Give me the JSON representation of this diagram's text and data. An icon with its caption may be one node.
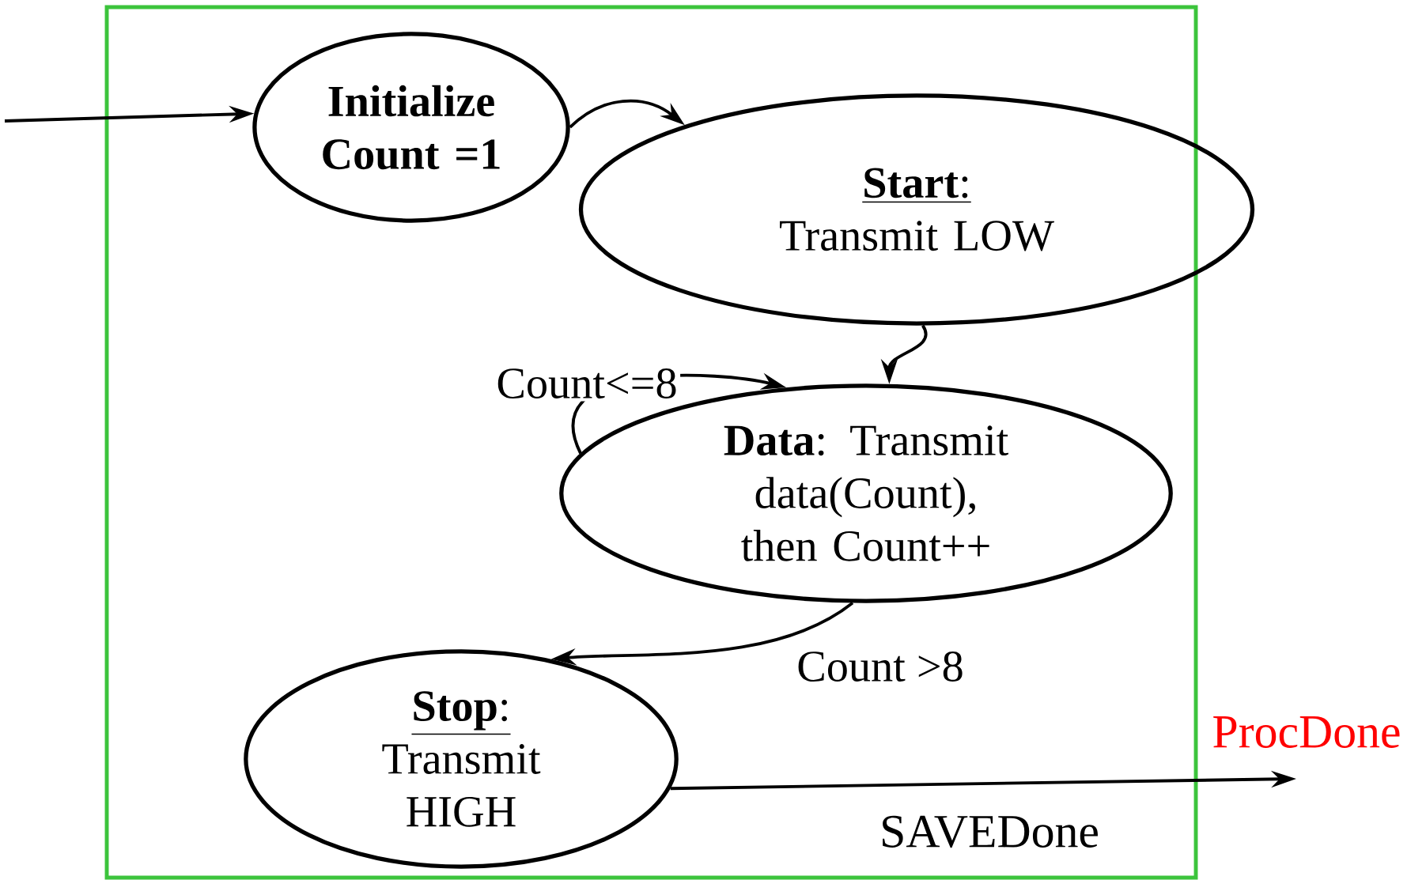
{
  "diagram": {
    "nodes": [
      {
        "text": [
          "Initialize Count =1"
        ]
      },
      {
        "text": [
          "**Start**:",
          "Transmit LOW"
        ]
      },
      {
        "text": [
          "**Data**: Transmit data(Count), then Count++"
        ]
      },
      {
        "text": [
          "**Stop**:",
          "Transmit HIGH"
        ]
      }
    ],
    "edges": [
      {
        "from": null,
        "to": 0,
        "arrow": "to"
      },
      {
        "from": 0,
        "to": 1,
        "arrow": "to"
      },
      {
        "from": 1,
        "to": 2,
        "arrow": "to"
      },
      {
        "from": 2,
        "to": 2,
        "arrow": "to",
        "label": "Count<=8"
      },
      {
        "from": 2,
        "to": 3,
        "arrow": "to",
        "label": "Count >8"
      },
      {
        "from": 3,
        "to": null,
        "arrow": "to"
      }
    ],
    "labels": [
      "ProcDone",
      "SAVEDone"
    ]
  }
}
